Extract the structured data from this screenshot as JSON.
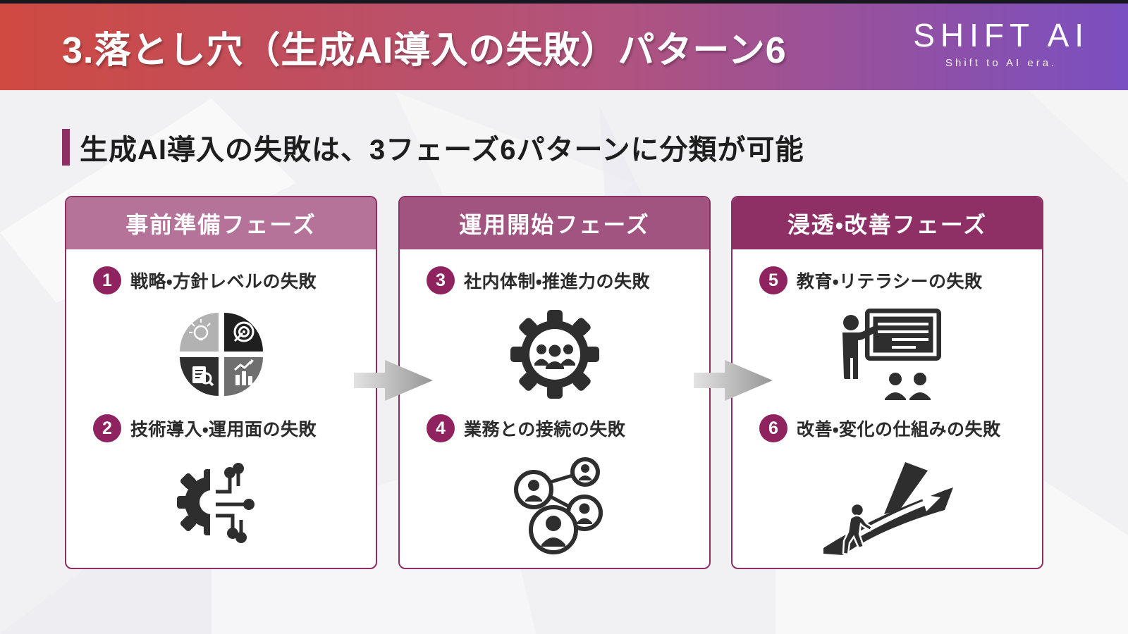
{
  "header": {
    "title": "3.落とし穴（生成AI導入の失敗）パターン6",
    "logo": {
      "name": "SHIFT AI",
      "tagline": "Shift to AI era."
    }
  },
  "subtitle": {
    "text": "生成AI導入の失敗は、3フェーズ6パターンに分類が可能"
  },
  "phases": [
    {
      "title": "事前準備フェーズ",
      "header_color": "#b5739a",
      "items": [
        {
          "number": "1",
          "label": "戦略・方針レベルの失敗",
          "icon": "strategy-quadrant-icon"
        },
        {
          "number": "2",
          "label": "技術導入・運用面の失敗",
          "icon": "gear-circuit-icon"
        }
      ]
    },
    {
      "title": "運用開始フェーズ",
      "header_color": "#a25480",
      "items": [
        {
          "number": "3",
          "label": "社内体制・推進力の失敗",
          "icon": "gear-people-icon"
        },
        {
          "number": "4",
          "label": "業務との接続の失敗",
          "icon": "people-network-icon"
        }
      ]
    },
    {
      "title": "浸透・改善フェーズ",
      "header_color": "#8e2f66",
      "items": [
        {
          "number": "5",
          "label": "教育・リテラシーの失敗",
          "icon": "training-whiteboard-icon"
        },
        {
          "number": "6",
          "label": "改善・変化の仕組みの失敗",
          "icon": "path-choice-icon"
        }
      ]
    }
  ],
  "colors": {
    "accent": "#8e2f63",
    "number_badge": "#8e2360",
    "banner_gradient_from": "#cf4a41",
    "banner_gradient_to": "#7a4fc0",
    "arrow_gray": "#9b9b9b",
    "icon_dark": "#2e2e2e"
  }
}
